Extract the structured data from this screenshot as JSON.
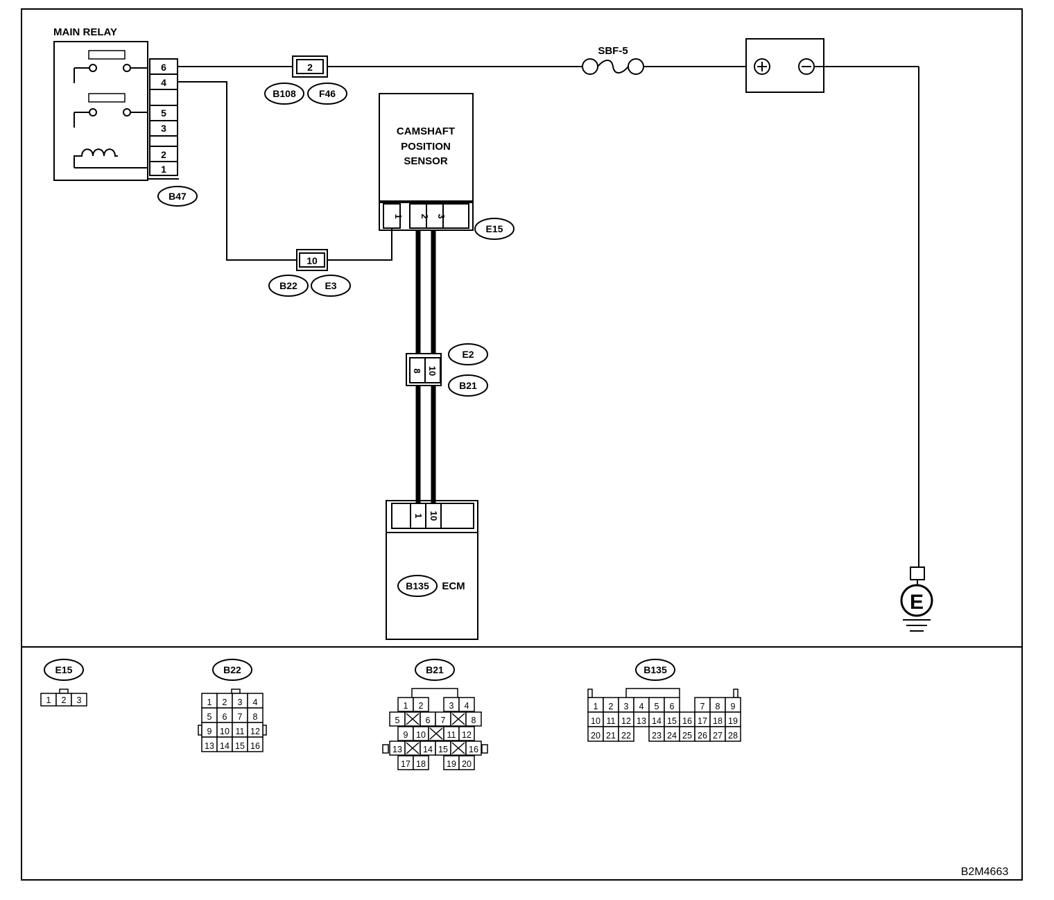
{
  "main_relay": {
    "title": "MAIN RELAY",
    "pins": [
      "6",
      "4",
      "5",
      "3",
      "2",
      "1"
    ],
    "connector": "B47"
  },
  "fuse": {
    "label": "SBF-5"
  },
  "battery": {
    "positive": "⊕",
    "negative": "⊖"
  },
  "junction_top": {
    "pin": "2",
    "connectors": [
      "B108",
      "F46"
    ]
  },
  "junction_mid": {
    "pin": "10",
    "connectors": [
      "B22",
      "E3"
    ]
  },
  "sensor": {
    "title_lines": [
      "CAMSHAFT",
      "POSITION",
      "SENSOR"
    ],
    "pins": [
      "1",
      "2",
      "3"
    ],
    "connector": "E15"
  },
  "junction_e2": {
    "pins": [
      "8",
      "10"
    ],
    "connectors": [
      "E2",
      "B21"
    ]
  },
  "ecm": {
    "pins": [
      "1",
      "10"
    ],
    "connector": "B135",
    "label": "ECM"
  },
  "ground": {
    "label": "E"
  },
  "connector_views": {
    "e15": {
      "label": "E15",
      "pins": [
        "1",
        "2",
        "3"
      ]
    },
    "b22": {
      "label": "B22",
      "rows": [
        [
          "1",
          "2",
          "3",
          "4"
        ],
        [
          "5",
          "6",
          "7",
          "8"
        ],
        [
          "9",
          "10",
          "11",
          "12"
        ],
        [
          "13",
          "14",
          "15",
          "16"
        ]
      ]
    },
    "b21": {
      "label": "B21",
      "rows": [
        [
          "1",
          "2",
          "",
          "3",
          "4"
        ],
        [
          "5",
          "",
          "6",
          "7",
          "",
          "8"
        ],
        [
          "9",
          "10",
          "",
          "11",
          "12"
        ],
        [
          "13",
          "",
          "14",
          "15",
          "",
          "16"
        ],
        [
          "17",
          "18",
          "",
          "19",
          "20"
        ]
      ]
    },
    "b135": {
      "label": "B135",
      "rows": [
        [
          "1",
          "2",
          "3",
          "4",
          "5",
          "6",
          "",
          "7",
          "8",
          "9"
        ],
        [
          "10",
          "11",
          "12",
          "13",
          "14",
          "15",
          "16",
          "17",
          "18",
          "19"
        ],
        [
          "20",
          "21",
          "22",
          "",
          "23",
          "24",
          "25",
          "26",
          "27",
          "28"
        ]
      ]
    }
  },
  "figure_id": "B2M4663"
}
